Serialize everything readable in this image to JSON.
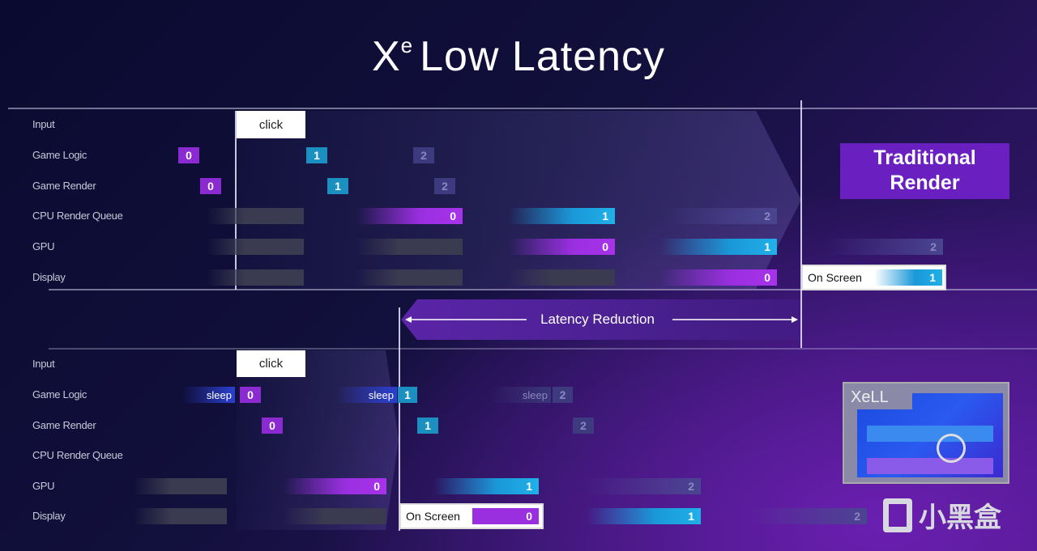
{
  "title": {
    "main": "X",
    "sup": "e",
    "rest": "Low Latency"
  },
  "rows": [
    "Input",
    "Game Logic",
    "Game Render",
    "CPU Render Queue",
    "GPU",
    "Display"
  ],
  "top": {
    "click": "click",
    "on_screen": "On Screen",
    "on_screen_frame": "1",
    "badge": "Traditional Render",
    "blocks": [
      "0",
      "1",
      "2",
      "0",
      "1",
      "2",
      "0",
      "1",
      "2",
      "0",
      "1",
      "2",
      "0"
    ]
  },
  "latency_reduction": "Latency Reduction",
  "bottom": {
    "click": "click",
    "on_screen": "On Screen",
    "on_screen_frame": "0",
    "sleep": "sleep",
    "blocks": [
      "0",
      "1",
      "2",
      "0",
      "1",
      "2",
      "0",
      "1",
      "2",
      "1",
      "2"
    ]
  },
  "logo": {
    "text": "XeLL"
  },
  "watermark": "小黑盒"
}
